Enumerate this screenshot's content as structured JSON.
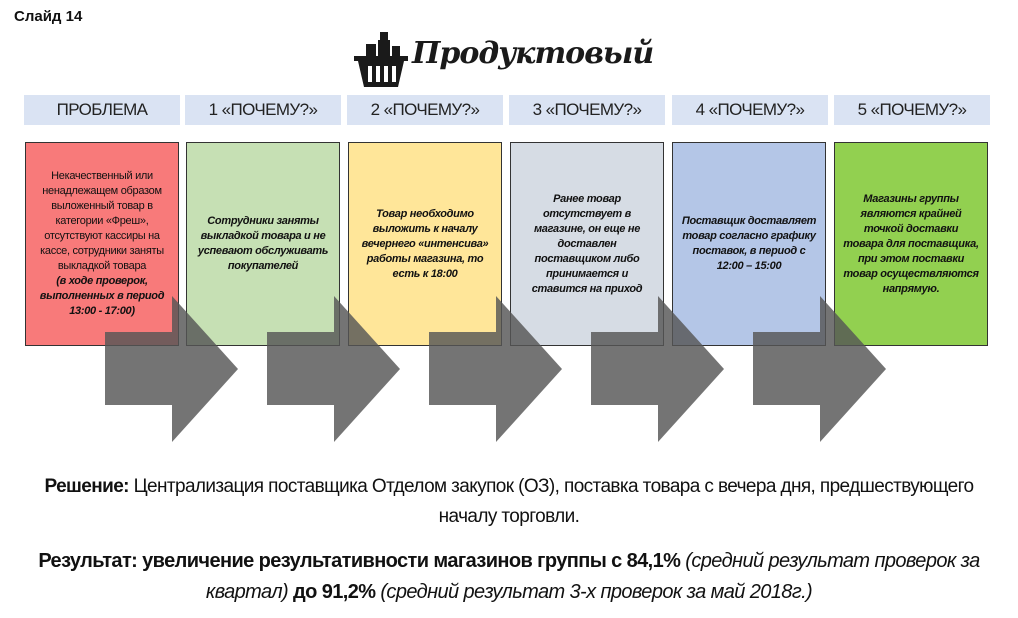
{
  "slide_label": "Слайд 14",
  "logo": {
    "text": "Продуктовый",
    "icon": "basket-icon"
  },
  "headers": [
    "ПРОБЛЕМА",
    "1 «ПОЧЕМУ?»",
    "2 «ПОЧЕМУ?»",
    "3 «ПОЧЕМУ?»",
    "4 «ПОЧЕМУ?»",
    "5 «ПОЧЕМУ?»"
  ],
  "cards": [
    {
      "text": "Некачественный или ненадлежащем образом выложенный товар в категории «Фреш», отсутствуют кассиры на кассе, сотрудники заняты выкладкой товара",
      "note": "(в ходе проверок, выполненных в период 13:00 - 17:00)",
      "color": "#f87a7a"
    },
    {
      "text": "",
      "note": "Сотрудники заняты выкладкой товара и не успевают обслуживать покупателей",
      "color": "#c6e0b4"
    },
    {
      "text": "",
      "note": "Товар необходимо выложить к началу вечернего «интенсива» работы магазина, то есть к 18:00",
      "color": "#ffe699"
    },
    {
      "text": "",
      "note": "Ранее товар отсутствует в магазине, он еще не доставлен поставщиком либо принимается и ставится на приход",
      "color": "#d6dce4"
    },
    {
      "text": "",
      "note": "Поставщик доставляет товар согласно графику поставок, в период с 12:00 – 15:00",
      "color": "#b4c6e7"
    },
    {
      "text": "",
      "note": "Магазины группы являются крайней точкой доставки товара для поставщика, при этом поставки товар осуществляются напрямую.",
      "color": "#92d050"
    }
  ],
  "solution": {
    "label": "Решение:",
    "text": " Централизация поставщика Отделом закупок (ОЗ), поставка товара с вечера дня, предшествующего началу торговли."
  },
  "result": {
    "label": "Результат: увеличение результативности магазинов группы с 84,1% ",
    "note1": "(средний результат проверок за квартал)",
    "mid": " до 91,2% ",
    "note2": "(средний результат 3-х проверок за май 2018г.)"
  }
}
